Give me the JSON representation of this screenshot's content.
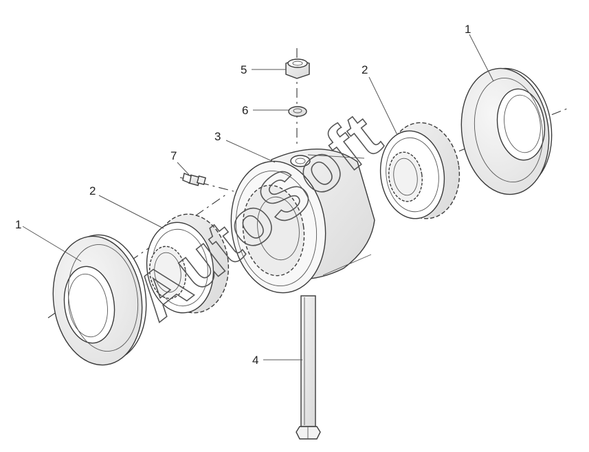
{
  "diagram": {
    "callouts": [
      {
        "id": "ring-left",
        "text": "1"
      },
      {
        "id": "ring-right",
        "text": "1"
      },
      {
        "id": "gear-left",
        "text": "2"
      },
      {
        "id": "gear-right",
        "text": "2"
      },
      {
        "id": "housing",
        "text": "3"
      },
      {
        "id": "bolt",
        "text": "4"
      },
      {
        "id": "nut",
        "text": "5"
      },
      {
        "id": "washer",
        "text": "6"
      },
      {
        "id": "fitting",
        "text": "7"
      }
    ],
    "watermark": "AutoSoft",
    "colors": {
      "line": "#3a3a3a",
      "fill": "#ffffff",
      "shade": "#eeeeee"
    }
  }
}
